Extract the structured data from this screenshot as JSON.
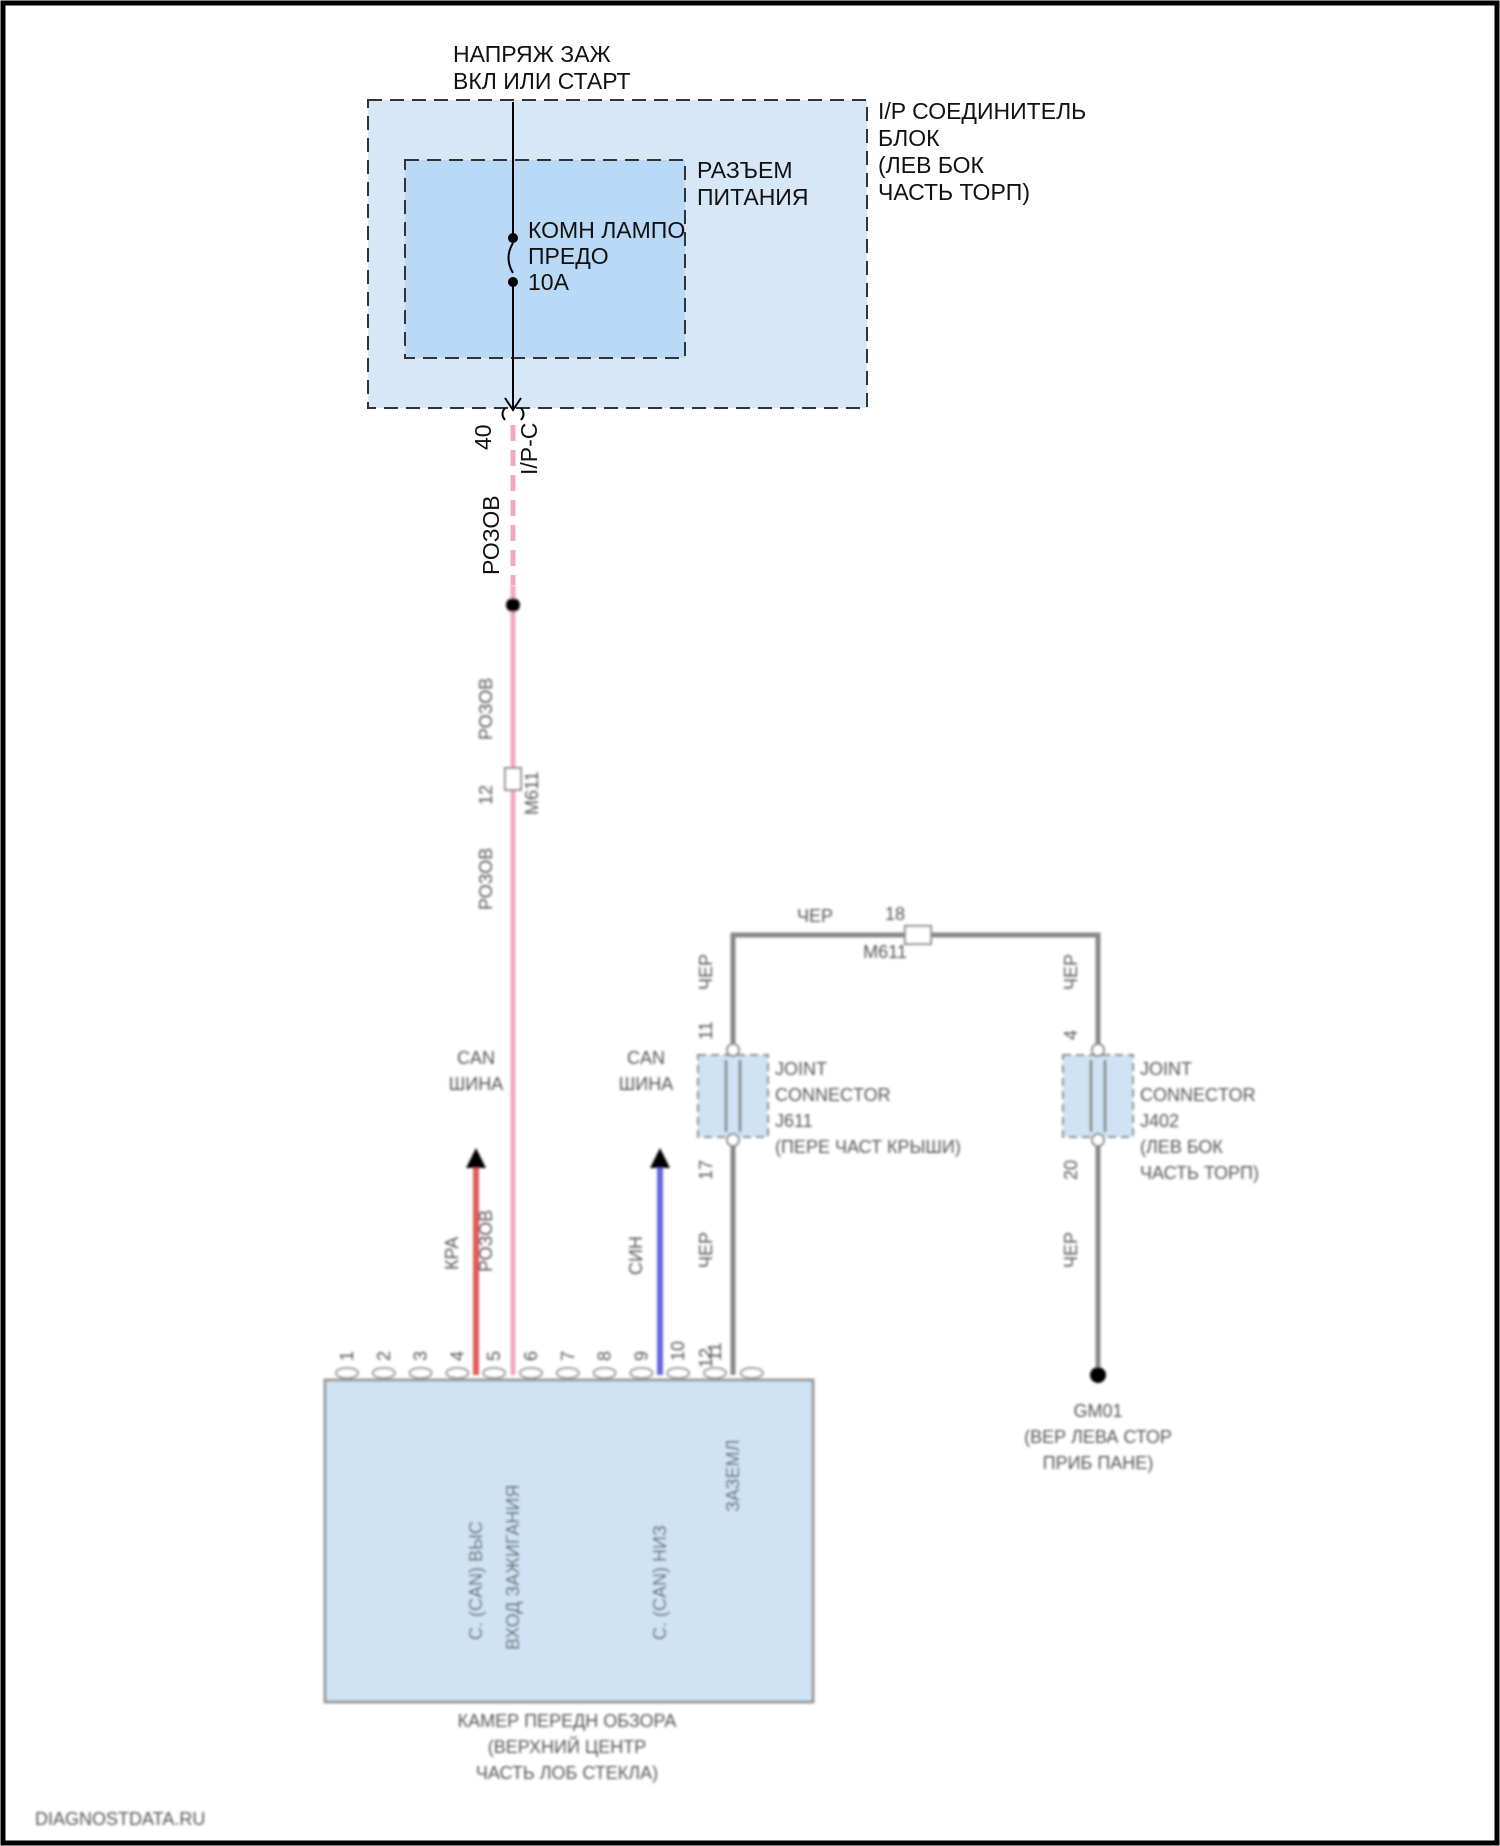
{
  "supply": {
    "line1": "НАПРЯЖ ЗАЖ",
    "line2": "ВКЛ ИЛИ СТАРТ"
  },
  "ip_block": {
    "line1": "I/P СОЕДИНИТЕЛЬ",
    "line2": "БЛОК",
    "line3": "(ЛЕВ БОК",
    "line4": "ЧАСТЬ ТОРП)"
  },
  "power_connector": {
    "line1": "РАЗЪЕМ",
    "line2": "ПИТАНИЯ"
  },
  "fuse": {
    "line1": "КОМН ЛАМПО",
    "line2": "ПРЕДО",
    "line3": "10А"
  },
  "connector_ip": {
    "pin": "40",
    "name": "I/P-C"
  },
  "wire_power": {
    "color_label": "РОЗОВ"
  },
  "inline_connector": {
    "pin": "12",
    "name": "M611"
  },
  "ground_inline_connector": {
    "pin": "18",
    "name": "M611",
    "wire_label": "ЧЕР"
  },
  "can_left": {
    "line1": "CAN",
    "line2": "ШИНА",
    "wire_label": "КРА"
  },
  "can_right": {
    "line1": "CAN",
    "line2": "ШИНА",
    "wire_label": "СИН"
  },
  "joint_left": {
    "line1": "JOINT",
    "line2": "CONNECTOR",
    "line3": "J611",
    "line4": "(ПЕРЕ ЧАСТ КРЫШИ)",
    "pin_top": "11",
    "pin_bottom": "17",
    "wire_top": "ЧЕР",
    "wire_bottom": "ЧЕР"
  },
  "joint_right": {
    "line1": "JOINT",
    "line2": "CONNECTOR",
    "line3": "J402",
    "line4": "(ЛЕВ БОК",
    "line5": "ЧАСТЬ ТОРП)",
    "pin_top": "4",
    "pin_bottom": "20",
    "wire_top": "ЧЕР",
    "wire_bottom": "ЧЕР"
  },
  "camera_pins": [
    "1",
    "2",
    "3",
    "4",
    "5",
    "6",
    "7",
    "8",
    "9",
    "10",
    "11",
    "12"
  ],
  "camera_signals": {
    "can_low": "С. (CAN) ВЫС",
    "ign_input": "ВХОД ЗАЖИГАНИЯ",
    "can_high": "С. (CAN) НИЗ",
    "ground": "ЗАЗЕМЛ"
  },
  "camera": {
    "line1": "КАМЕР ПЕРЕДН ОБЗОРА",
    "line2": "(ВЕРХНИЙ ЦЕНТР",
    "line3": "ЧАСТЬ ЛОБ СТЕКЛА)"
  },
  "ground_point": {
    "line1": "GM01",
    "line2": "(ВЕР ЛЕВА СТОР",
    "line3": "ПРИБ ПАНЕ)"
  },
  "watermark": "DIAGNOSTDATA.RU",
  "colors": {
    "outer_block_fill": "#d6e8f8",
    "inner_block_fill": "#b9d9f6",
    "camera_fill": "#cfe3f5",
    "pink_wire": "#f0a8bc",
    "red_wire": "#e05a5a",
    "blue_wire": "#6666dd",
    "gray_wire": "#888888"
  }
}
